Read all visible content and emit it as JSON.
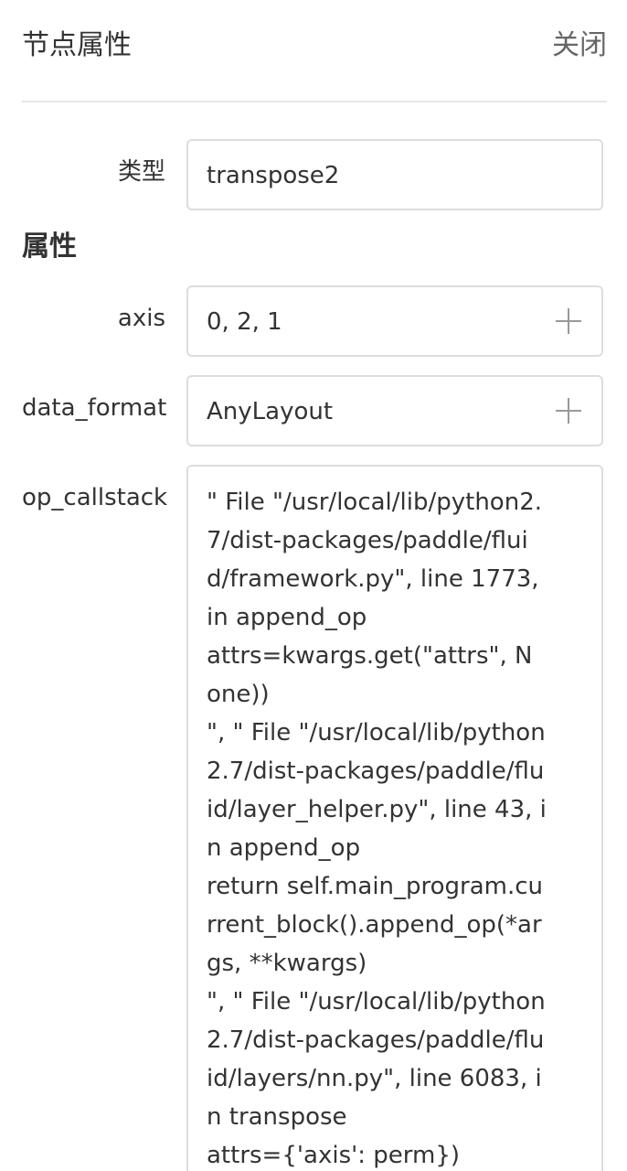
{
  "header": {
    "title": "节点属性",
    "close_label": "关闭"
  },
  "type_row": {
    "label": "类型",
    "value": "transpose2"
  },
  "attributes": {
    "section_title": "属性",
    "items": [
      {
        "label": "axis",
        "value": "0, 2, 1",
        "expand_icon": "plus-icon"
      },
      {
        "label": "data_format",
        "value": "AnyLayout",
        "expand_icon": "plus-icon"
      }
    ],
    "op_callstack": {
      "label": "op_callstack",
      "value": "\" File \"/usr/local/lib/python2.7/dist-packages/paddle/fluid/framework.py\", line 1773, in append_op\nattrs=kwargs.get(\"attrs\", None))\n\", \" File \"/usr/local/lib/python2.7/dist-packages/paddle/fluid/layer_helper.py\", line 43, in append_op\nreturn self.main_program.current_block().append_op(*args, **kwargs)\n\", \" File \"/usr/local/lib/python2.7/dist-packages/paddle/fluid/layers/nn.py\", line 6083, in transpose\nattrs={'axis': perm})"
    }
  },
  "colors": {
    "text": "#333333",
    "muted": "#666666",
    "border": "#dddddd",
    "divider": "#e6e6e6",
    "icon": "#999999"
  }
}
